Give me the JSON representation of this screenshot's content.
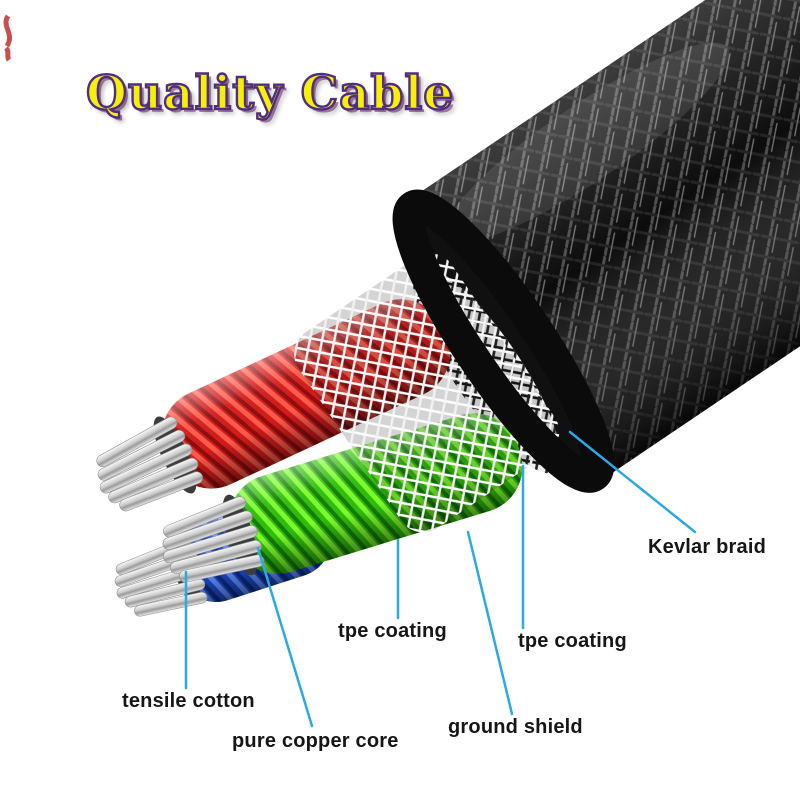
{
  "title": {
    "text": "Quality Cable"
  },
  "callouts": {
    "kevlar_braid": {
      "label": "Kevlar braid"
    },
    "tpe_coating_left": {
      "label": "tpe coating"
    },
    "tpe_coating_right": {
      "label": "tpe coating"
    },
    "tensile_cotton": {
      "label": "tensile cotton"
    },
    "pure_copper_core": {
      "label": "pure copper core"
    },
    "ground_shield": {
      "label": "ground shield"
    }
  },
  "colors": {
    "background": "#ffffff",
    "title_fill": "#f6ef06",
    "title_outline": "#4f2d7f",
    "leader_line": "#2ea8e2",
    "kevlar_braid_dark": "#0c0c0c",
    "wire_red": "#d41b1b",
    "wire_green": "#2fbe09",
    "wire_blue": "#1b49c4",
    "copper_strand_silver": "#cccccc",
    "shield_mesh_white": "#ffffff"
  }
}
